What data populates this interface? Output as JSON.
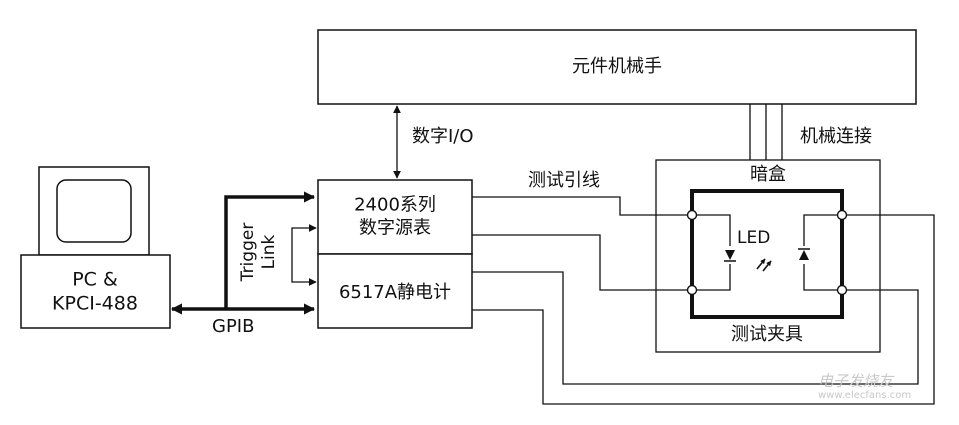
{
  "handler": {
    "label": "元件机械手"
  },
  "digital_io": {
    "label": "数字I/O"
  },
  "mechanical_link": {
    "label": "机械连接"
  },
  "test_leads": {
    "label": "测试引线"
  },
  "dark_box": {
    "label": "暗盒"
  },
  "led": {
    "label": "LED"
  },
  "fixture": {
    "label": "测试夹具"
  },
  "pc": {
    "line1": "PC &",
    "line2": "KPCI-488"
  },
  "smu": {
    "line1": "2400系列",
    "line2": "数字源表"
  },
  "electrometer": {
    "label": "6517A静电计"
  },
  "trigger_link": {
    "line1": "Trigger",
    "line2": "Link"
  },
  "gpib": {
    "label": "GPIB"
  },
  "watermark": {
    "line1": "电子发烧友",
    "line2": "www.elecfans.com"
  },
  "colors": {
    "stroke": "#111111",
    "background": "#ffffff",
    "watermark": "#c8c8c8"
  }
}
